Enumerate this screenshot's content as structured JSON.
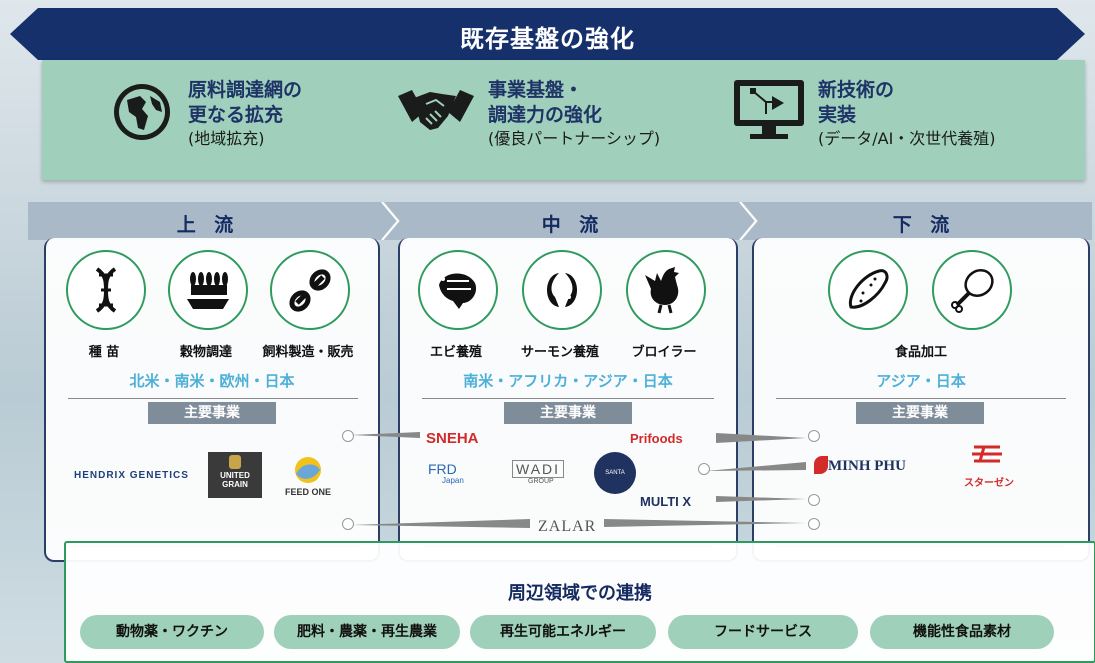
{
  "banner": {
    "title": "既存基盤の強化",
    "color": "#15306b"
  },
  "base": [
    {
      "title1": "原料調達網の",
      "title2": "更なる拡充",
      "sub": "(地域拡充)",
      "icon": "globe-icon"
    },
    {
      "title1": "事業基盤・",
      "title2": "調達力の強化",
      "sub": "(優良パートナーシップ)",
      "icon": "handshake-icon"
    },
    {
      "title1": "新技術の",
      "title2": "実装",
      "sub": "(データ/AI・次世代養殖)",
      "icon": "monitor-icon"
    }
  ],
  "stages": [
    {
      "label": "上 流",
      "items": [
        {
          "label": "種 苗",
          "icon": "dna-icon"
        },
        {
          "label": "穀物調達",
          "icon": "grain-icon"
        },
        {
          "label": "飼料製造・販売",
          "icon": "feed-pellet-icon"
        }
      ],
      "region": "北米・南米・欧州・日本",
      "main_header": "主要事業",
      "logos": [
        "HENDRIX GENETICS",
        "UNITED GRAIN",
        "FEED ONE"
      ]
    },
    {
      "label": "中 流",
      "items": [
        {
          "label": "エビ養殖",
          "icon": "shrimp-icon"
        },
        {
          "label": "サーモン養殖",
          "icon": "salmon-icon"
        },
        {
          "label": "ブロイラー",
          "icon": "chicken-icon"
        }
      ],
      "region": "南米・アフリカ・アジア・日本",
      "main_header": "主要事業",
      "logos": [
        "SNEHA",
        "Prifoods",
        "FRD",
        "Japan",
        "WADI",
        "GROUP",
        "SANTA PRISCILA",
        "MULTI X",
        "ZALAR"
      ]
    },
    {
      "label": "下 流",
      "items": [
        {
          "label": "食品加工",
          "icon": "fried-shrimp-icon"
        },
        {
          "label": "",
          "icon": "drumstick-icon"
        }
      ],
      "region": "アジア・日本",
      "main_header": "主要事業",
      "logos": [
        "MINH PHU",
        "スターゼン"
      ]
    }
  ],
  "partnership": {
    "title": "周辺領域での連携",
    "pills": [
      "動物薬・ワクチン",
      "肥料・農薬・再生農業",
      "再生可能エネルギー",
      "フードサービス",
      "機能性食品素材"
    ]
  },
  "colors": {
    "navy": "#15306b",
    "green": "#9ed0ba",
    "accent_green": "#2f9a5e",
    "region_blue": "#4db0d7"
  }
}
